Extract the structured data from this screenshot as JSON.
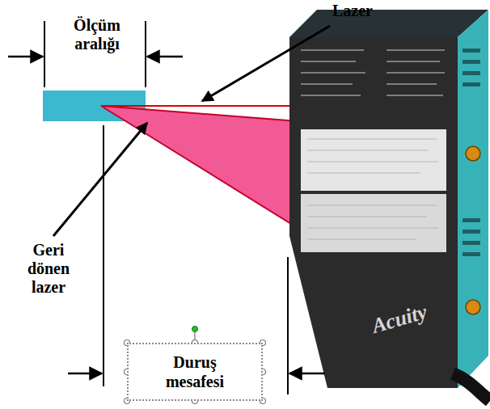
{
  "diagram": {
    "nodes": [
      {
        "text": [
          "Duruş mesafesi"
        ]
      }
    ],
    "labels": [
      "Lazer",
      "Ölçüm aralığı",
      "Geri dönen lazer",
      "Acuity"
    ]
  }
}
